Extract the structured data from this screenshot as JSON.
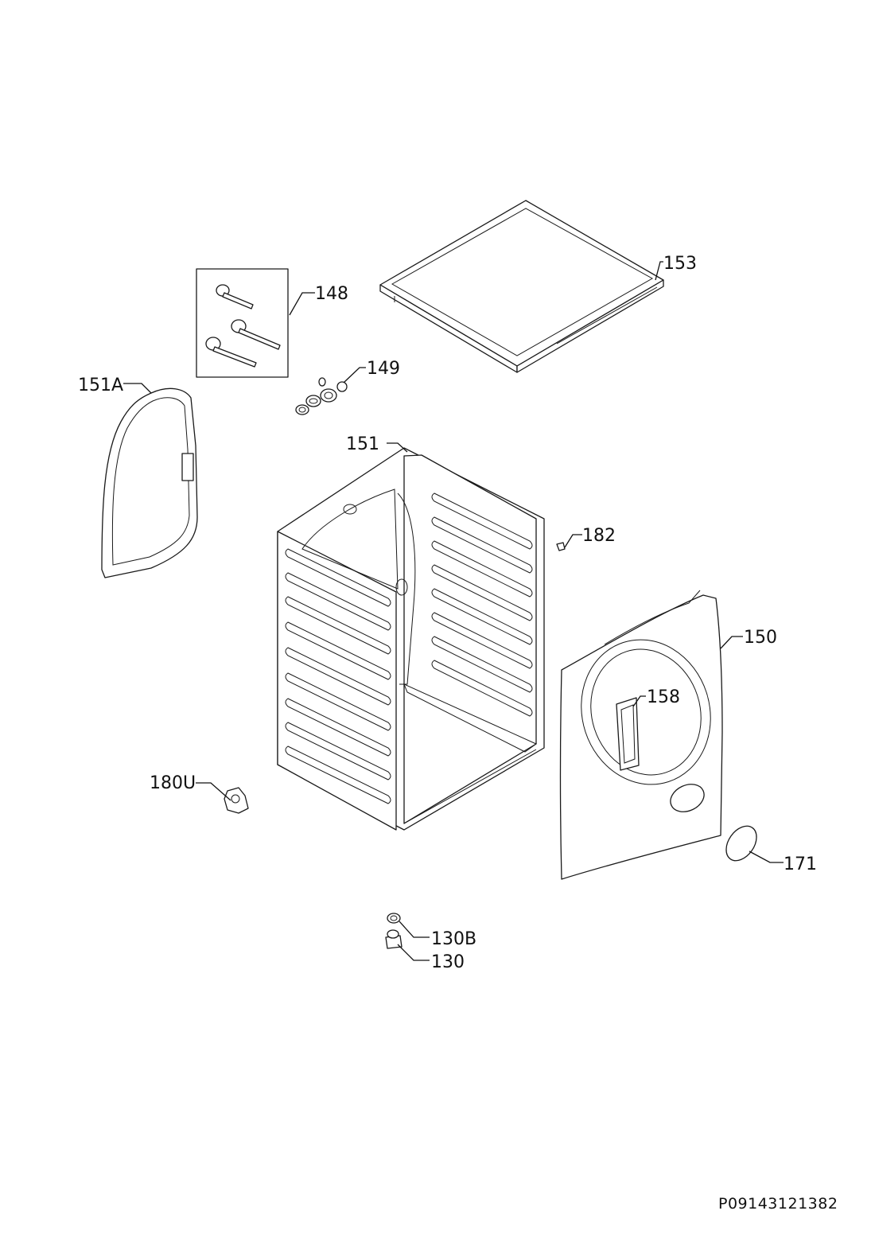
{
  "callouts": {
    "p153": "153",
    "p148": "148",
    "p149": "149",
    "p151A": "151A",
    "p151": "151",
    "p182": "182",
    "p150": "150",
    "p158": "158",
    "p180U": "180U",
    "p171": "171",
    "p130B": "130B",
    "p130": "130"
  },
  "document_id": "P09143121382"
}
